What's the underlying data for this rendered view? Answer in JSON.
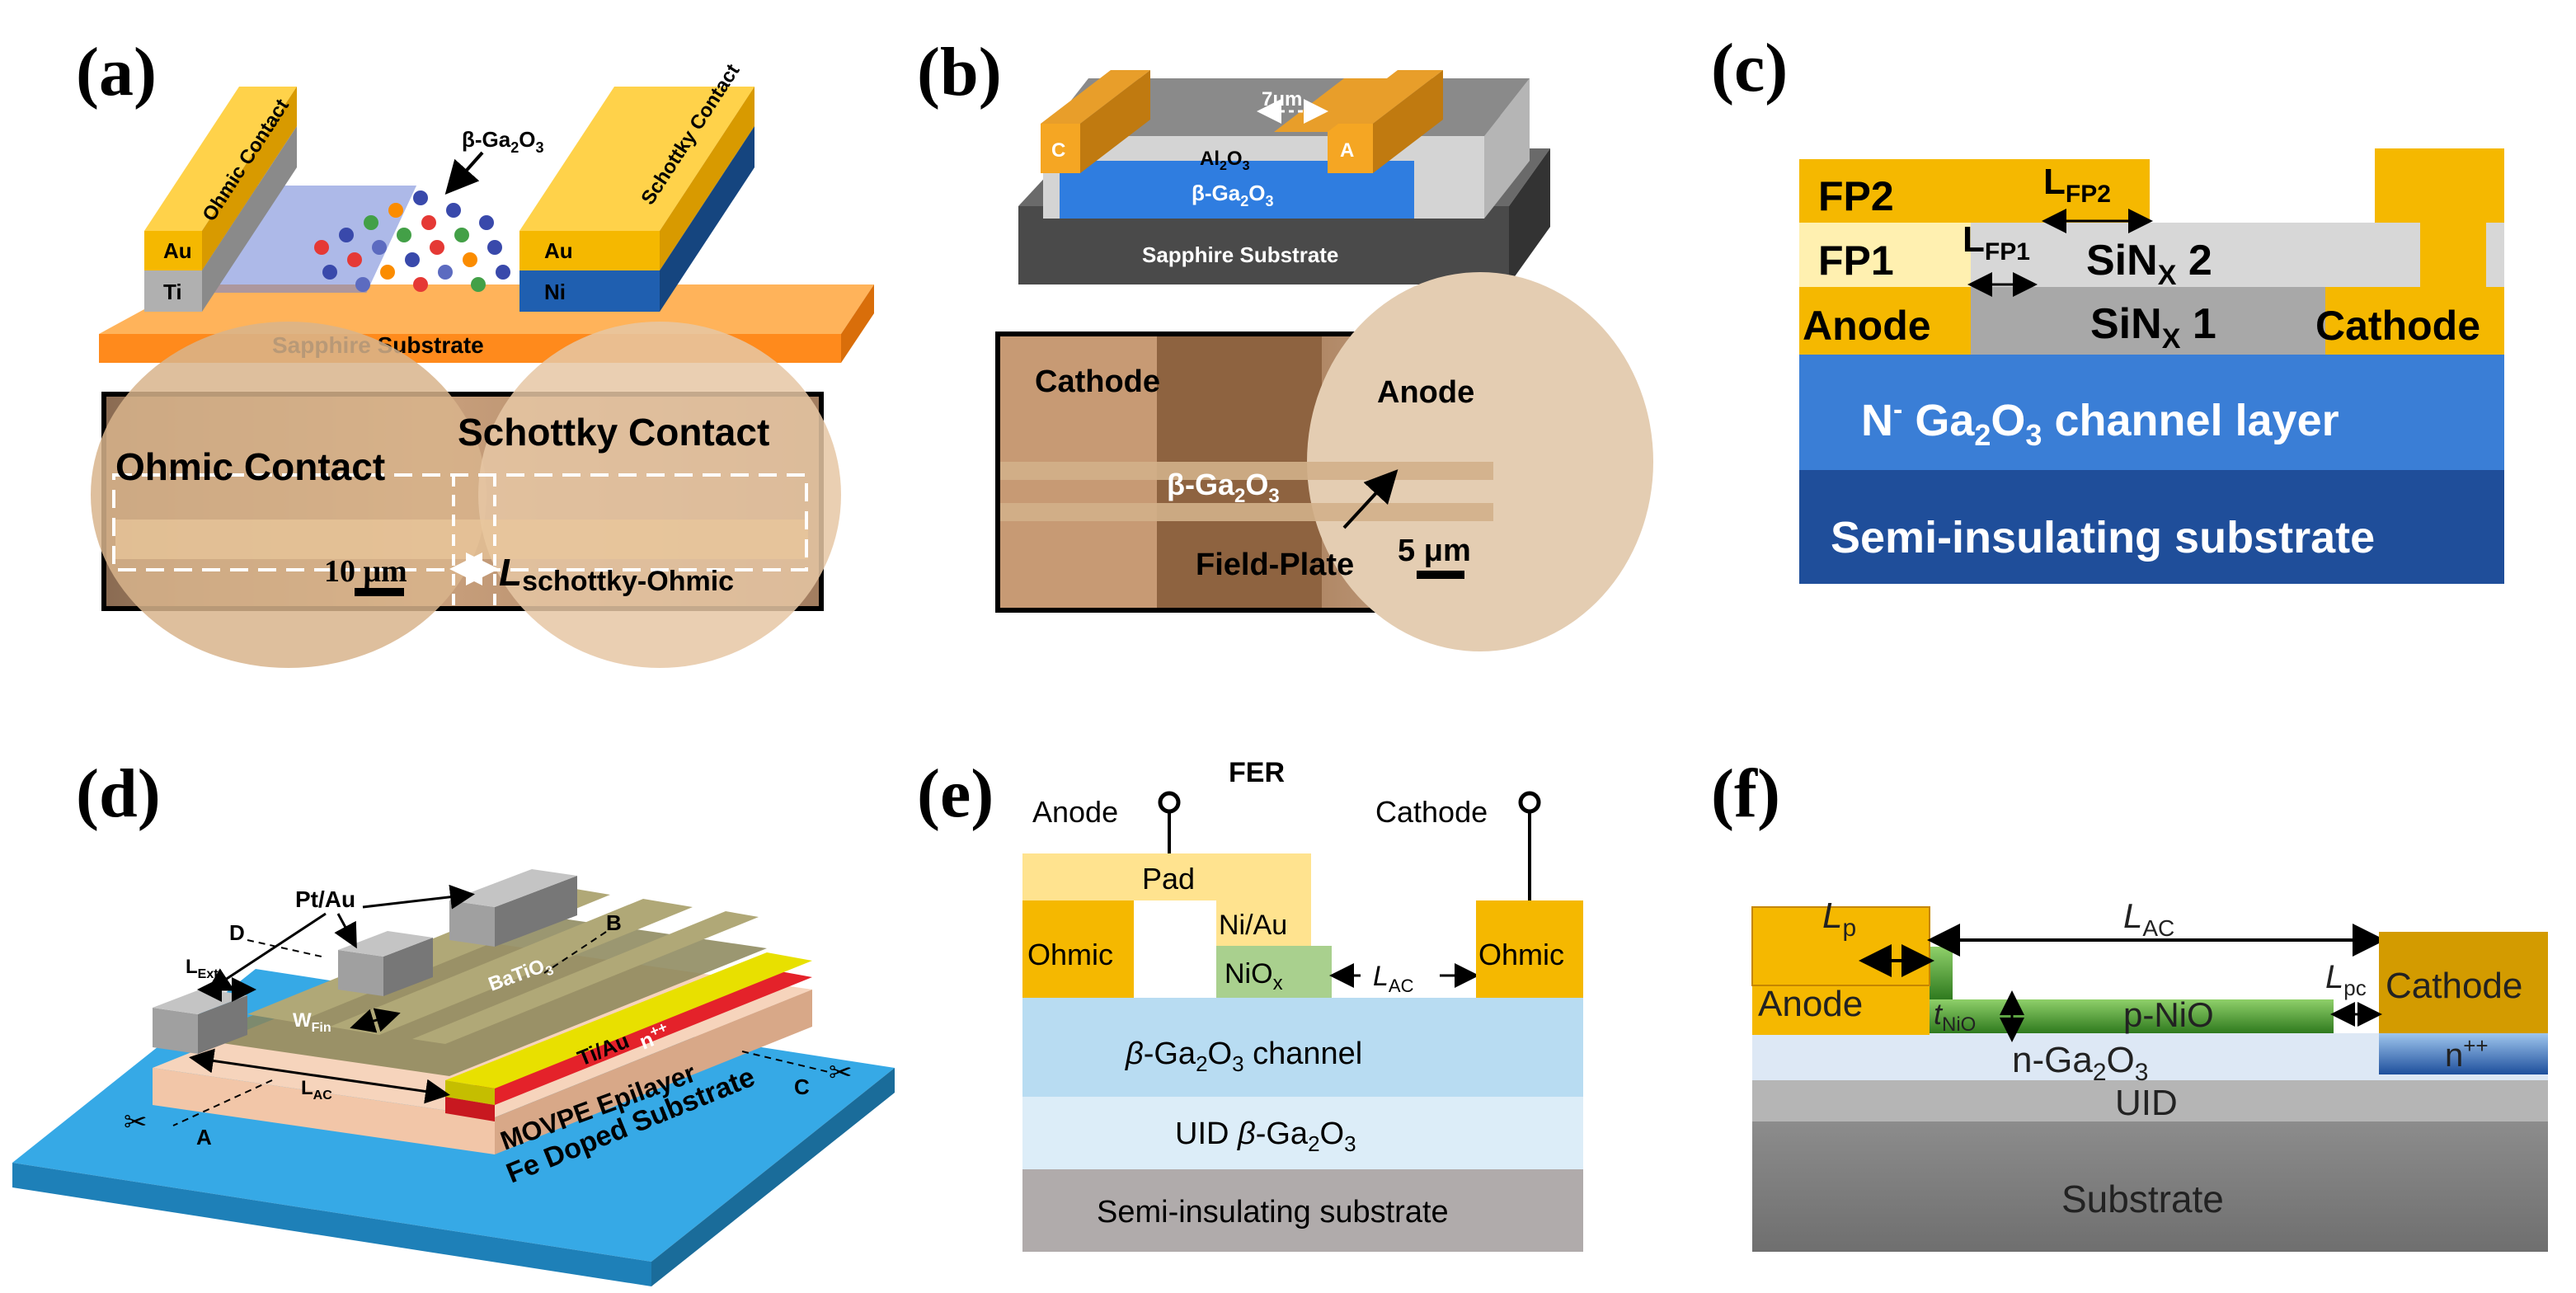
{
  "panels": {
    "a": {
      "label": "(a)",
      "top": {
        "ohmic_contact": "Ohmic Contact",
        "schottky_contact": "Schottky Contact",
        "au_left": "Au",
        "ti": "Ti",
        "au_right": "Au",
        "ni": "Ni",
        "ga2o3_base": "β-Ga",
        "ga2o3_sub2": "2",
        "ga2o3_o": "O",
        "ga2o3_sub3": "3",
        "substrate": "Sapphire Substrate"
      },
      "photo": {
        "ohmic": "Ohmic Contact",
        "schottky": "Schottky Contact",
        "scale": "10 μm",
        "length_L": "L",
        "length_sub": "schottky-Ohmic"
      }
    },
    "b": {
      "label": "(b)",
      "top": {
        "c": "C",
        "a": "A",
        "gap": "7μm",
        "al2o3_base": "Al",
        "al2o3_sub2": "2",
        "al2o3_o": "O",
        "al2o3_sub3": "3",
        "ga2o3_base": "β-Ga",
        "ga2o3_sub2": "2",
        "ga2o3_o": "O",
        "ga2o3_sub3": "3",
        "substrate": "Sapphire Substrate"
      },
      "photo": {
        "cathode": "Cathode",
        "anode": "Anode",
        "ga2o3_base": "β-Ga",
        "ga2o3_sub2": "2",
        "ga2o3_o": "O",
        "ga2o3_sub3": "3",
        "field_plate": "Field-Plate",
        "scale": "5 μm"
      }
    },
    "c": {
      "label": "(c)",
      "fp2": "FP2",
      "fp1": "FP1",
      "lfp2_L": "L",
      "lfp2_sub": "FP2",
      "lfp1_L": "L",
      "lfp1_sub": "FP1",
      "sinx2_base": "SiN",
      "sinx2_sub": "X",
      "sinx2_num": " 2",
      "sinx1_base": "SiN",
      "sinx1_sub": "X",
      "sinx1_num": " 1",
      "anode": "Anode",
      "cathode": "Cathode",
      "channel_n": "N",
      "channel_sup": "-",
      "channel_ga": " Ga",
      "channel_sub2": "2",
      "channel_o": "O",
      "channel_sub3": "3",
      "channel_rest": " channel layer",
      "substrate": "Semi-insulating substrate"
    },
    "d": {
      "label": "(d)",
      "pt_au": "Pt/Au",
      "d": "D",
      "b": "B",
      "l_ext": "L",
      "l_ext_sub": "Ext",
      "w_fin": "W",
      "w_fin_sub": "Fin",
      "batio3_base": "BaTiO",
      "batio3_sub": "3",
      "ti_au": "Ti/Au",
      "npp": "n",
      "npp_sup": "++",
      "l_ac": "L",
      "l_ac_sub": "AC",
      "epilayer": "MOVPE Epilayer",
      "a": "A",
      "c": "C",
      "substrate": "Fe Doped Substrate"
    },
    "e": {
      "label": "(e)",
      "fer": "FER",
      "anode": "Anode",
      "cathode": "Cathode",
      "pad": "Pad",
      "ni_au": "Ni/Au",
      "ohmic_left": "Ohmic",
      "ohmic_right": "Ohmic",
      "niox_base": "NiO",
      "niox_sub": "x",
      "l_ac": "L",
      "l_ac_sub": "AC",
      "channel_beta": "β",
      "channel_rest": "-Ga",
      "channel_sub2": "2",
      "channel_o": "O",
      "channel_sub3": "3",
      "channel_tail": " channel",
      "uid_prefix": "UID ",
      "uid_beta": "β",
      "uid_rest": "-Ga",
      "uid_sub2": "2",
      "uid_o": "O",
      "uid_sub3": "3",
      "substrate": "Semi-insulating substrate"
    },
    "f": {
      "label": "(f)",
      "lp": "L",
      "lp_sub": "p",
      "lac": "L",
      "lac_sub": "AC",
      "anode": "Anode",
      "tnio": "t",
      "tnio_sub": "NiO",
      "pnio": "p-NiO",
      "lpc": "L",
      "lpc_sub": "pc",
      "cathode": "Cathode",
      "ngao_base": "n-Ga",
      "ngao_sub2": "2",
      "ngao_o": "O",
      "ngao_sub3": "3",
      "npp": "n",
      "npp_sup": "++",
      "uid": "UID",
      "substrate": "Substrate"
    }
  },
  "colors": {
    "gold": "#f5b800",
    "orange_substrate": "#ff8a1c",
    "ti_gray": "#9e9e9e",
    "ni_blue": "#1f5fb0",
    "sapphire_dark": "#4a4a4a",
    "ga2o3_blue": "#2f7de0",
    "channel_blue": "#3a7ed6",
    "substrate_navy": "#1f4e9a",
    "sinx_gray": "#a8a8a8",
    "fe_substrate": "#2b9bd8",
    "epilayer": "#f2c6a8",
    "ti_au_yellow": "#e8e000",
    "npp_red": "#e4222a",
    "niox_green": "#a9d08e",
    "pad_yellow": "#ffe38f",
    "channel_light": "#b8dcf2",
    "uid_light": "#dcedf8",
    "substrate_gray": "#b0abab",
    "pnio_green": "#5aa832"
  }
}
